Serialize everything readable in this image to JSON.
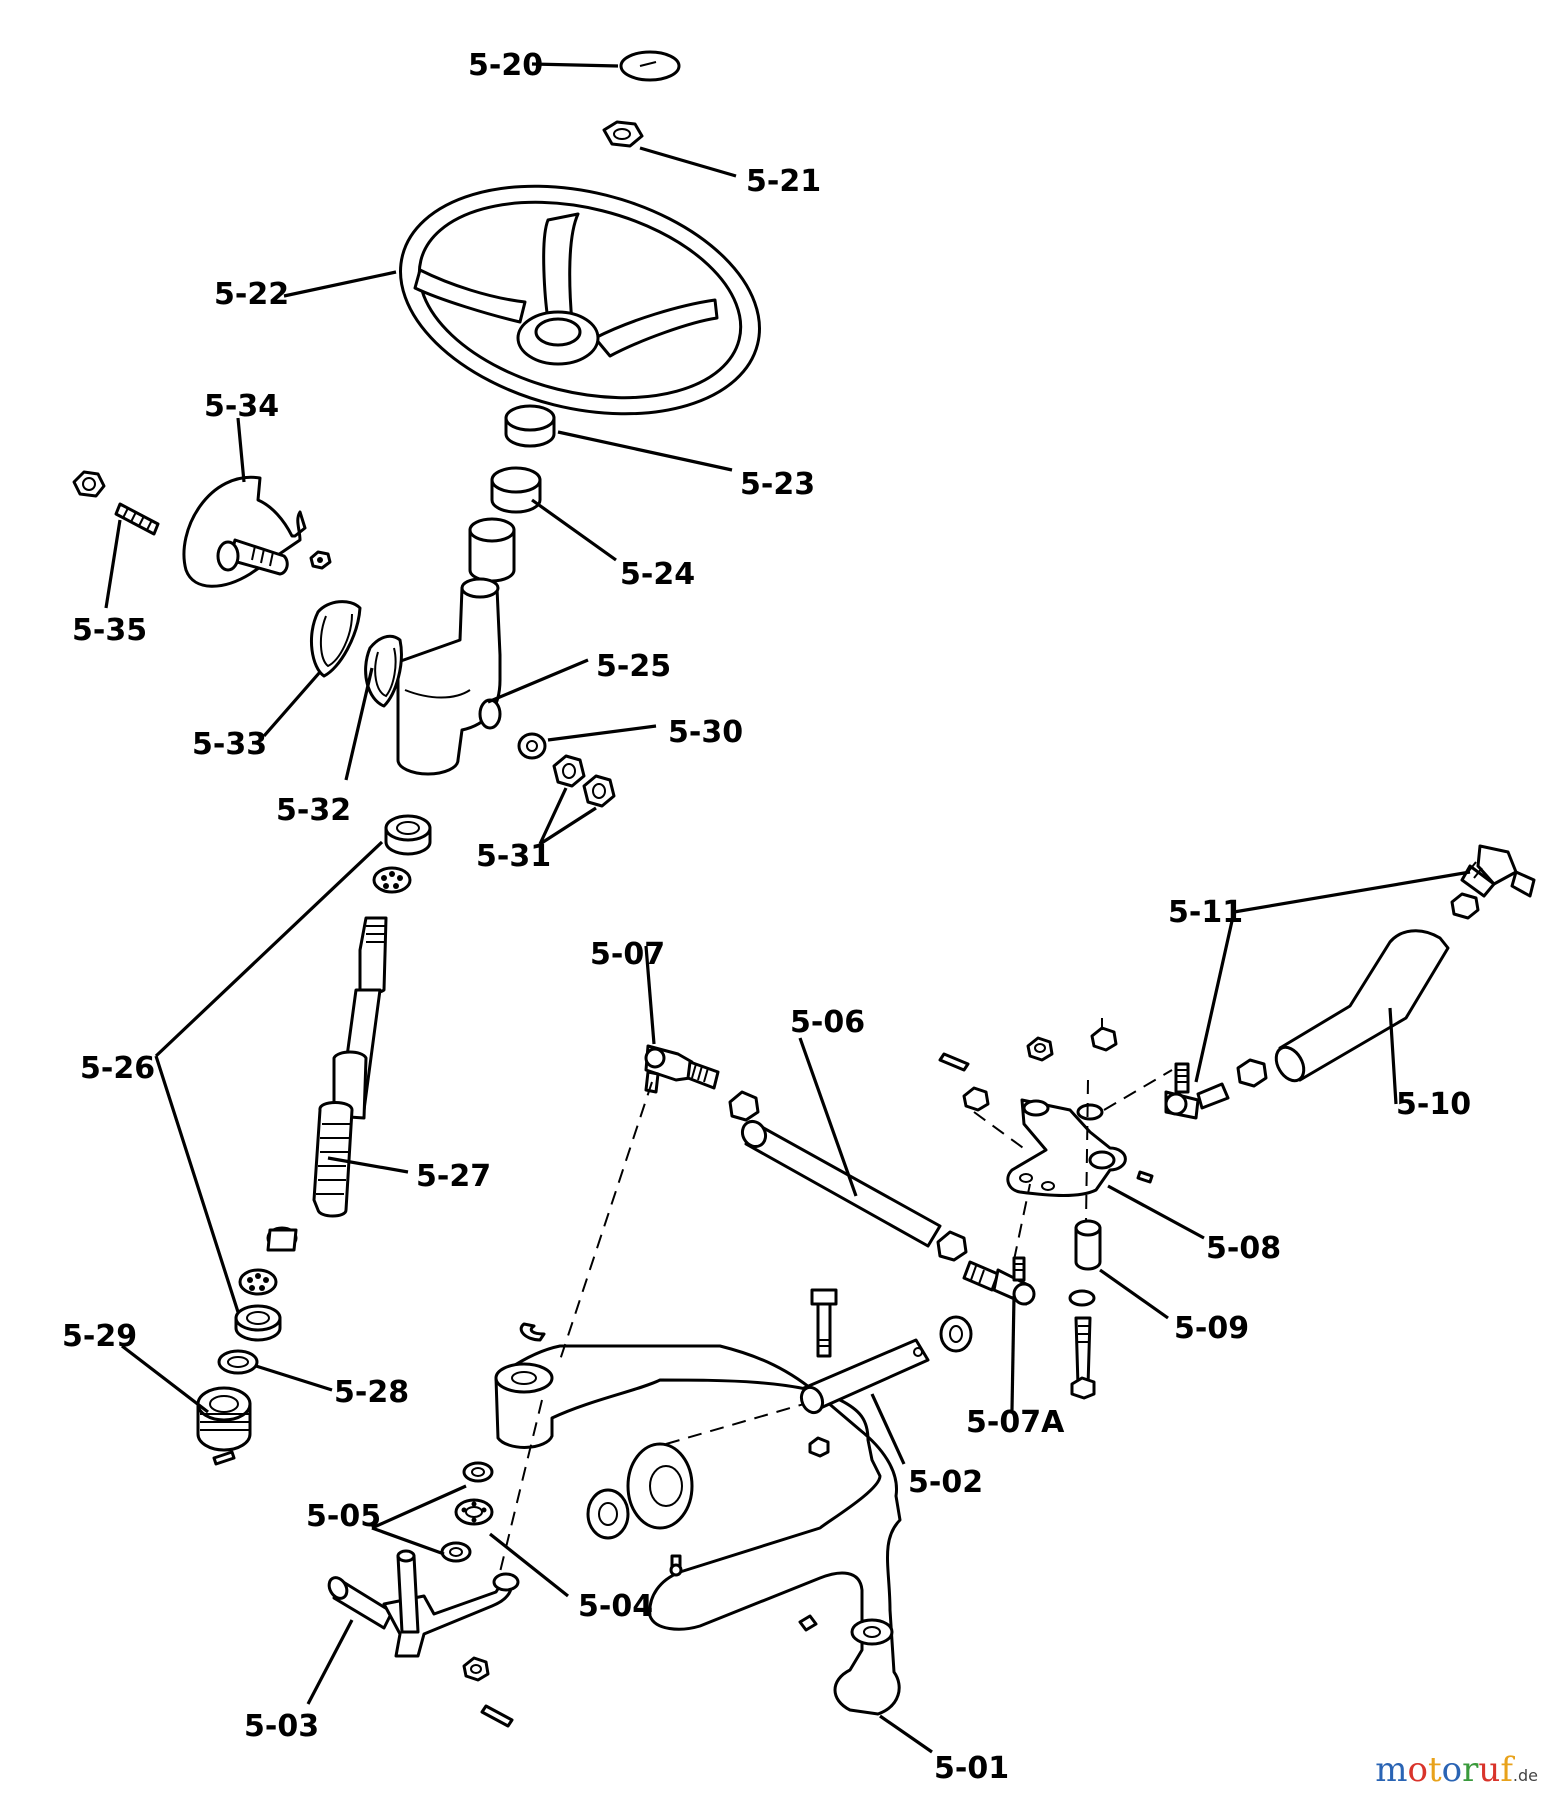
{
  "labels": {
    "p5_01": "5-01",
    "p5_02": "5-02",
    "p5_03": "5-03",
    "p5_04": "5-04",
    "p5_05": "5-05",
    "p5_06": "5-06",
    "p5_07": "5-07",
    "p5_07a": "5-07A",
    "p5_08": "5-08",
    "p5_09": "5-09",
    "p5_10": "5-10",
    "p5_11": "5-11",
    "p5_20": "5-20",
    "p5_21": "5-21",
    "p5_22": "5-22",
    "p5_23": "5-23",
    "p5_24": "5-24",
    "p5_25": "5-25",
    "p5_26": "5-26",
    "p5_27": "5-27",
    "p5_28": "5-28",
    "p5_29": "5-29",
    "p5_30": "5-30",
    "p5_31": "5-31",
    "p5_32": "5-32",
    "p5_33": "5-33",
    "p5_34": "5-34",
    "p5_35": "5-35"
  },
  "watermark": {
    "letters": [
      "m",
      "o",
      "t",
      "o",
      "r",
      "u",
      "f"
    ],
    "colors": [
      "#2a64b4",
      "#d9342b",
      "#e8a21b",
      "#2a64b4",
      "#3a9a3c",
      "#d9342b",
      "#e8a21b"
    ],
    "domain": ".de"
  }
}
